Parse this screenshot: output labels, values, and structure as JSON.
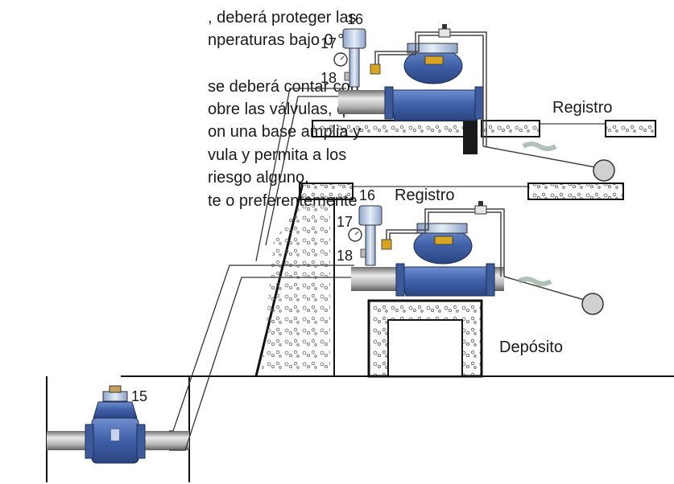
{
  "text_lines": [
    ", deberá proteger las",
    "nperaturas bajo 0 °C.",
    "se deberá contar con",
    "obre  las  válvulas,  que",
    "on una base amplia y",
    "vula  y  permita  a  los",
    "riesgo alguno.",
    "te o preferentemente"
  ],
  "labels": {
    "registro_top": "Registro",
    "registro_mid": "Registro",
    "deposito": "Depósito",
    "n16_top": "16",
    "n17_top": "17",
    "n18_top": "18",
    "n16_mid": "16",
    "n17_mid": "17",
    "n18_mid": "18",
    "n15": "15"
  },
  "colors": {
    "valve_blue": "#4a6bb0",
    "valve_dark": "#2f4a86",
    "pipe_gray": "#9a9a9a",
    "line": "#111111",
    "brass": "#d9a520",
    "leak": "#8fa89a"
  }
}
